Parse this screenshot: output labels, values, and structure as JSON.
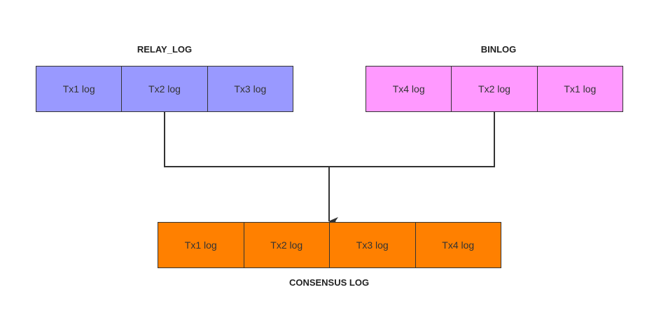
{
  "relay_log": {
    "title": "RELAY_LOG",
    "color": "#9999ff",
    "cells": [
      "Tx1 log",
      "Tx2 log",
      "Tx3 log"
    ]
  },
  "binlog": {
    "title": "BINLOG",
    "color": "#ff99ff",
    "cells": [
      "Tx4 log",
      "Tx2 log",
      "Tx1 log"
    ]
  },
  "consensus_log": {
    "title": "CONSENSUS LOG",
    "color": "#ff8000",
    "cells": [
      "Tx1 log",
      "Tx2 log",
      "Tx3 log",
      "Tx4 log"
    ]
  },
  "line_color": "#333333"
}
